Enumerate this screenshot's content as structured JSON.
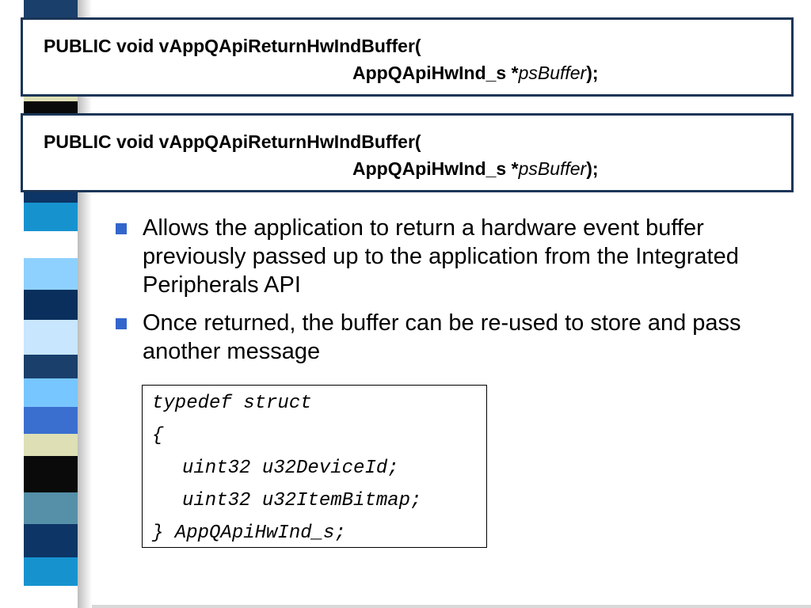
{
  "decoration": {
    "stripe_colors": [
      "#1a3f6b",
      "#78c6ff",
      "#3b6fcf",
      "#dedfb5",
      "#0a0a0a",
      "#5590a8",
      "#0d3566",
      "#1693cf",
      "#ffffff",
      "#8ed1ff",
      "#0a2f5c",
      "#c9e6ff"
    ]
  },
  "signature_boxes": [
    {
      "line1": "PUBLIC void vAppQApiReturnHwIndBuffer(",
      "type_text": "AppQApiHwInd_s *",
      "param": "psBuffer",
      "end": ");"
    },
    {
      "line1": "PUBLIC void vAppQApiReturnHwIndBuffer(",
      "type_text": "AppQApiHwInd_s *",
      "param": "psBuffer",
      "end": ");"
    }
  ],
  "bullets": [
    "Allows the application to return a hardware event buffer previously passed up to the application from the Integrated Peripherals API",
    "Once returned, the buffer can be re-used to store and pass another message"
  ],
  "code": {
    "lines": [
      "typedef struct",
      "{",
      "uint32 u32DeviceId;",
      "uint32 u32ItemBitmap;",
      "} AppQApiHwInd_s;"
    ]
  }
}
